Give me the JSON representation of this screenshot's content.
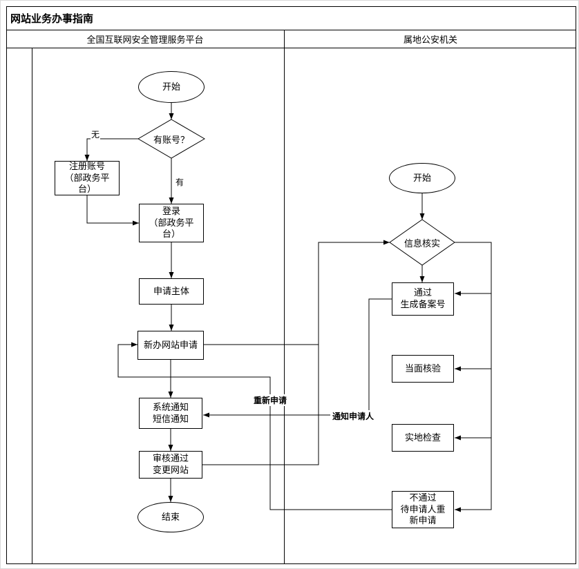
{
  "title": "网站业务办事指南",
  "lanes": {
    "left": "全国互联网安全管理服务平台",
    "right": "属地公安机关"
  },
  "nodes": {
    "start_left": "开始",
    "has_account": "有账号？",
    "register": "注册账号\n（部政务平\n台）",
    "login": "登录\n（部政务平\n台）",
    "applicant": "申请主体",
    "new_site": "新办网站申请",
    "notify": "系统通知\n短信通知",
    "review": "审核通过\n变更网站",
    "end_left": "结束",
    "start_right": "开始",
    "verify": "信息核实",
    "pass": "通过\n生成备案号",
    "face_check": "当面核验",
    "site_check": "实地检查",
    "fail": "不通过\n待申请人重\n新申请"
  },
  "edge_labels": {
    "no": "无",
    "yes": "有",
    "reapply": "重新申请",
    "notify_applicant": "通知申请人"
  }
}
